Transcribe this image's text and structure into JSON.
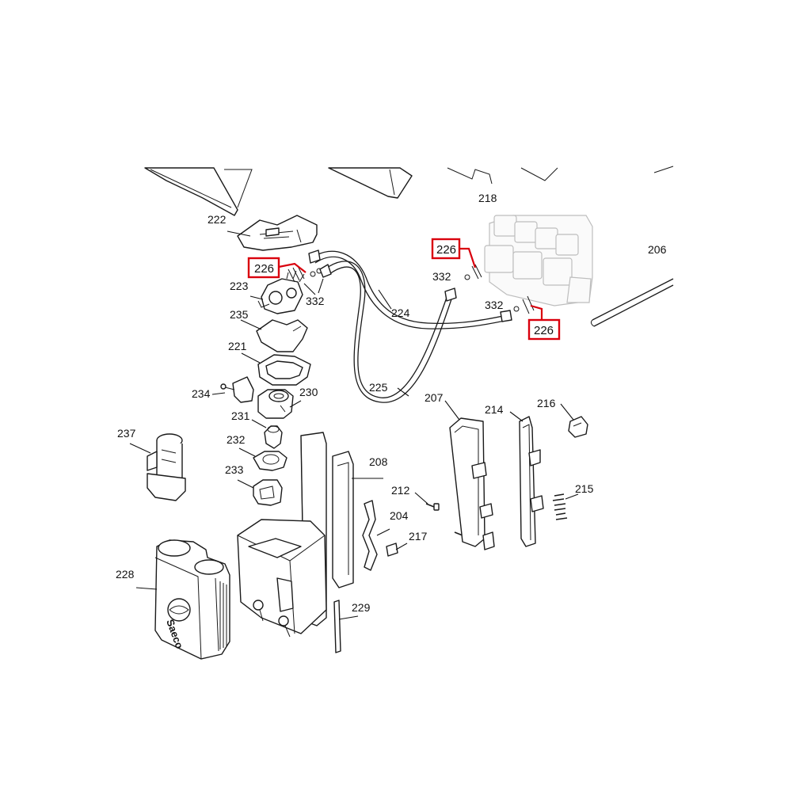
{
  "diagram": {
    "highlight_color": "#d9000d",
    "brand_logo_text": "Saeco",
    "labels": {
      "p206": "206",
      "p207": "207",
      "p208": "208",
      "p204": "204",
      "p212": "212",
      "p214": "214",
      "p215": "215",
      "p216": "216",
      "p217": "217",
      "p218": "218",
      "p221": "221",
      "p222": "222",
      "p223": "223",
      "p224": "224",
      "p225": "225",
      "p226a": "226",
      "p226b": "226",
      "p226c": "226",
      "p228": "228",
      "p229": "229",
      "p230": "230",
      "p231": "231",
      "p232": "232",
      "p233": "233",
      "p234": "234",
      "p235": "235",
      "p237": "237",
      "p332a": "332",
      "p332b": "332",
      "p332c": "332"
    }
  }
}
